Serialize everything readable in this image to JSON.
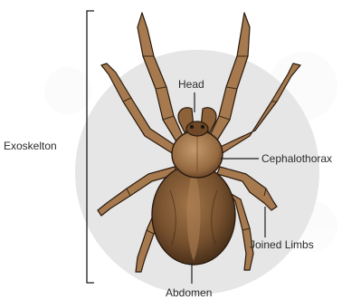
{
  "labels": {
    "exoskeleton": "Exoskelton",
    "head": "Head",
    "cephalothorax": "Cephalothorax",
    "joined_limbs": "Joined Limbs",
    "abdomen": "Abdomen"
  },
  "colors": {
    "background_circle": "#e7e7e7",
    "body_dark": "#5a3b22",
    "body_mid": "#8a5e37",
    "body_light": "#b88a5c",
    "leg_fill": "#a67a4e",
    "outline": "#2a1a0e",
    "leader_line": "#1e1e1e"
  }
}
